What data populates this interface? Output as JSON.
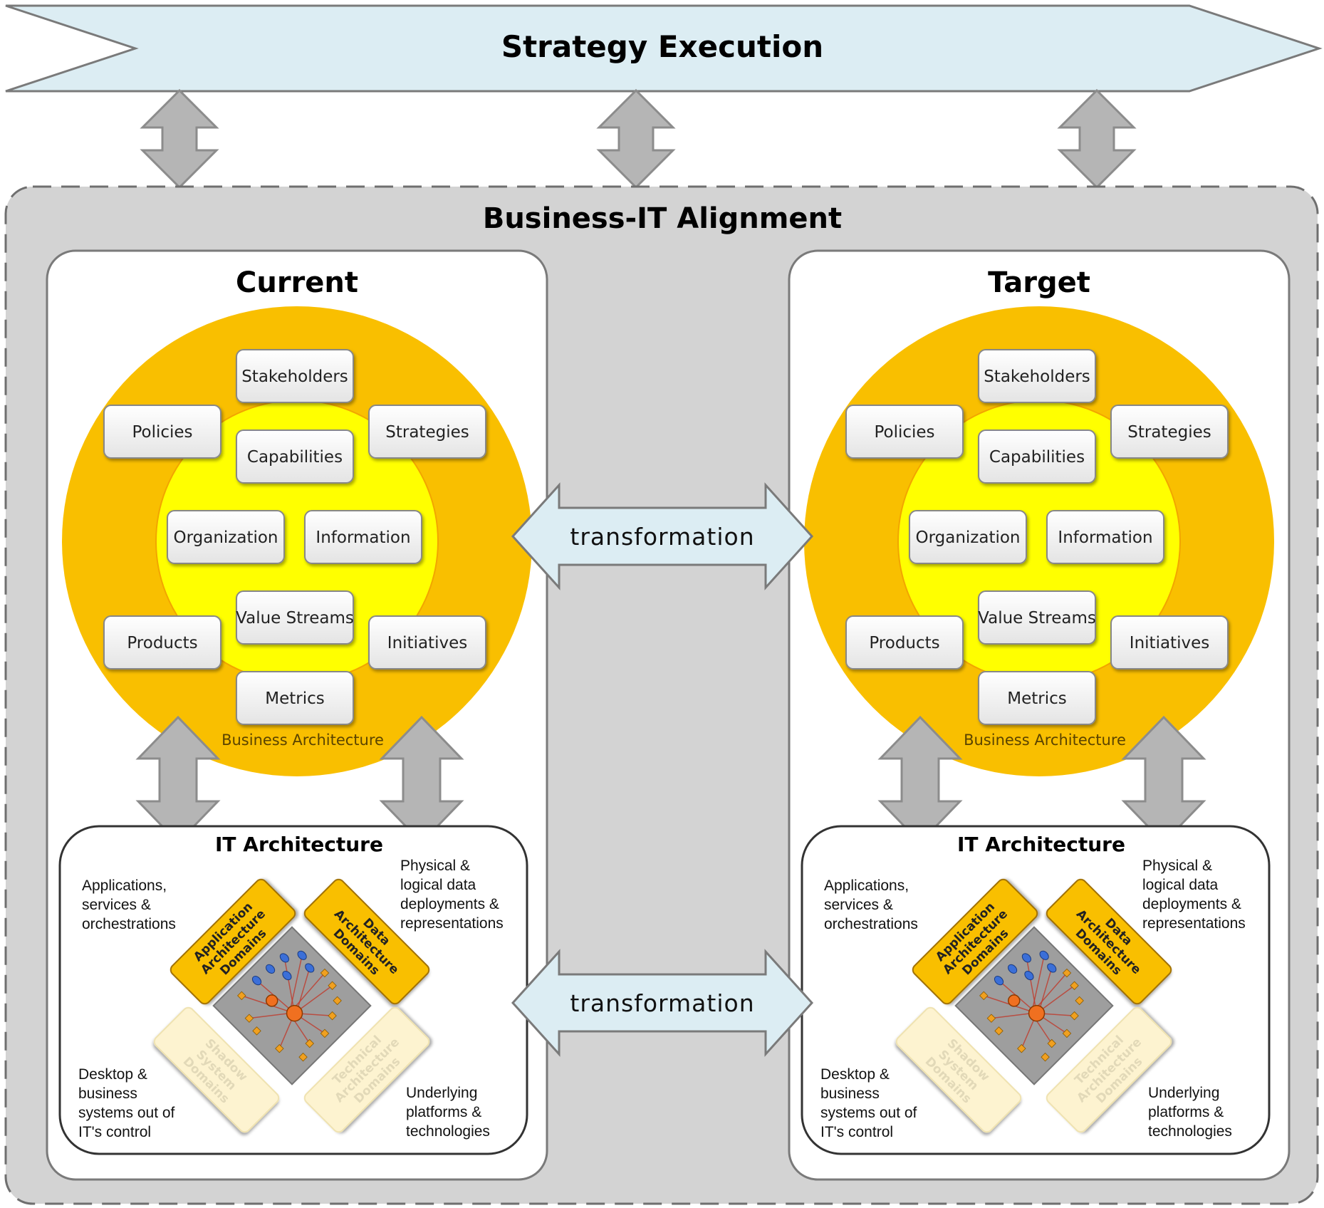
{
  "header": {
    "title": "Strategy Execution"
  },
  "alignment": {
    "title": "Business-IT Alignment"
  },
  "transformation_label": "transformation",
  "panels": [
    {
      "title": "Current",
      "business_architecture_label": "Business Architecture",
      "business_items": [
        "Stakeholders",
        "Policies",
        "Strategies",
        "Capabilities",
        "Organization",
        "Information",
        "Value Streams",
        "Products",
        "Initiatives",
        "Metrics"
      ],
      "it": {
        "title": "IT Architecture",
        "note_tl": [
          "Applications,",
          "services &",
          "orchestrations"
        ],
        "note_tr": [
          "Physical &",
          "logical data",
          "deployments &",
          "representations"
        ],
        "note_bl": [
          "Desktop &",
          "business",
          "systems out of",
          "IT's control"
        ],
        "note_br": [
          "Underlying",
          "platforms &",
          "technologies"
        ],
        "domain_app": [
          "Application",
          "Architecture",
          "Domains"
        ],
        "domain_data": [
          "Data",
          "Architecture",
          "Domains"
        ],
        "domain_shadow": [
          "Shadow",
          "System",
          "Domains"
        ],
        "domain_tech": [
          "Technical",
          "Architecture",
          "Domains"
        ]
      }
    },
    {
      "title": "Target",
      "business_architecture_label": "Business Architecture",
      "business_items": [
        "Stakeholders",
        "Policies",
        "Strategies",
        "Capabilities",
        "Organization",
        "Information",
        "Value Streams",
        "Products",
        "Initiatives",
        "Metrics"
      ],
      "it": {
        "title": "IT Architecture",
        "note_tl": [
          "Applications,",
          "services &",
          "orchestrations"
        ],
        "note_tr": [
          "Physical &",
          "logical data",
          "deployments &",
          "representations"
        ],
        "note_bl": [
          "Desktop &",
          "business",
          "systems out of",
          "IT's control"
        ],
        "note_br": [
          "Underlying",
          "platforms &",
          "technologies"
        ],
        "domain_app": [
          "Application",
          "Architecture",
          "Domains"
        ],
        "domain_data": [
          "Data",
          "Architecture",
          "Domains"
        ],
        "domain_shadow": [
          "Shadow",
          "System",
          "Domains"
        ],
        "domain_tech": [
          "Technical",
          "Architecture",
          "Domains"
        ]
      }
    }
  ],
  "colors": {
    "banner": "#dcedf3",
    "arrow_gray": "#b5b5b5",
    "alignment_bg": "#d3d3d3",
    "orange": "#f9bf00",
    "yellow": "#ffff00",
    "transform_arrow": "#dcedf3"
  }
}
